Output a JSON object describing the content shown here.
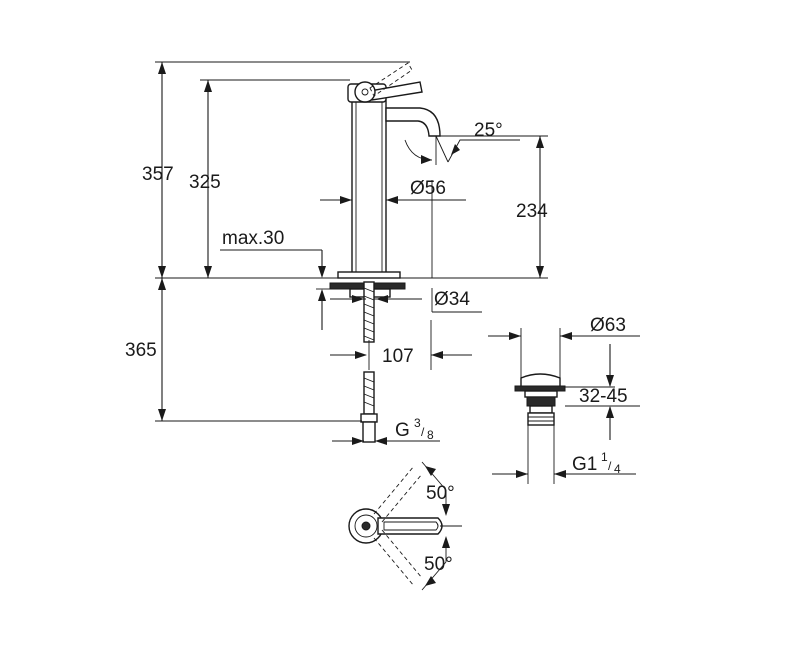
{
  "dimensions": {
    "total_height": "357",
    "spout_height": "325",
    "outlet_height": "234",
    "spout_angle": "25°",
    "body_diameter": "Ø56",
    "max_deck": "max.30",
    "hole_diameter": "Ø34",
    "hose_length": "365",
    "spout_reach": "107",
    "hose_connection": "G",
    "hose_connection_num": "3",
    "hose_connection_den": "8",
    "waste_diameter": "Ø63",
    "waste_range": "32-45",
    "waste_thread": "G1",
    "waste_thread_num": "1",
    "waste_thread_den": "4",
    "lever_angle_top": "50°",
    "lever_angle_bottom": "50°"
  }
}
